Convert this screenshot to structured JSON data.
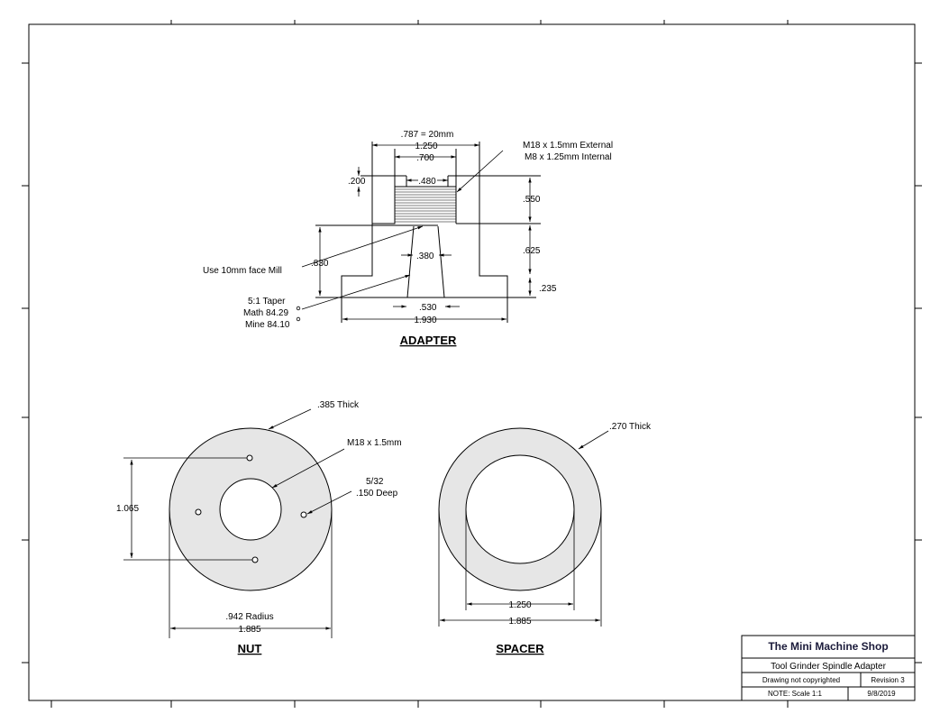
{
  "adapter": {
    "title": "ADAPTER",
    "dim_787": ".787 = 20mm",
    "dim_1250": "1.250",
    "dim_700": ".700",
    "dim_480": ".480",
    "dim_200": ".200",
    "dim_550": ".550",
    "dim_625": ".625",
    "dim_235": ".235",
    "dim_830": ".830",
    "dim_380": ".380",
    "dim_530": ".530",
    "dim_1930": "1.930",
    "thread_note_1": "M18 x 1.5mm External",
    "thread_note_2": "M8 x 1.25mm Internal",
    "mill_note": "Use 10mm face Mill",
    "taper_1": "5:1 Taper",
    "taper_2": "Math 84.29",
    "taper_3": "Mine 84.10"
  },
  "nut": {
    "title": "NUT",
    "thick": ".385 Thick",
    "thread": "M18 x 1.5mm",
    "hole_1": "5/32",
    "hole_2": ".150 Deep",
    "dim_1065": "1.065",
    "radius": ".942 Radius",
    "dim_1885": "1.885"
  },
  "spacer": {
    "title": "SPACER",
    "thick": ".270 Thick",
    "dim_1250": "1.250",
    "dim_1885": "1.885"
  },
  "title_block": {
    "company": "The Mini Machine Shop",
    "drawing": "Tool Grinder Spindle Adapter",
    "copyright": "Drawing not copyrighted",
    "revision": "Revision 3",
    "scale": "NOTE: Scale 1:1",
    "date": "9/8/2019"
  },
  "colors": {
    "fill": "#e6e6e6",
    "title_text": "#1a1a3a"
  }
}
